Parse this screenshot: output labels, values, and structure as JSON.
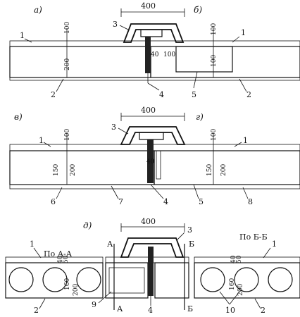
{
  "panels": {
    "a": "а)",
    "b": "б)",
    "v": "в)",
    "g": "г)",
    "d": "д)"
  },
  "dims": {
    "top_width": "400",
    "mid_width": "400",
    "bottom_width": "400",
    "d100": "100",
    "d200": "200",
    "d150": "150",
    "d40": "40",
    "d50": "50",
    "d160": "160"
  },
  "section_labels": {
    "aa": "По А-А",
    "bb": "По Б-Б",
    "cut_a": "А",
    "cut_b": "Б"
  },
  "callouts": {
    "n1": "1",
    "n2": "2",
    "n3": "3",
    "n4": "4",
    "n5": "5",
    "n6": "6",
    "n7": "7",
    "n8": "8",
    "n9": "9",
    "n10": "10"
  },
  "icons": {
    "concrete": "dotted-concrete-fill",
    "insulation": "crosshatch-insulation-fill",
    "screed": "diagonal-hatch-screed"
  }
}
